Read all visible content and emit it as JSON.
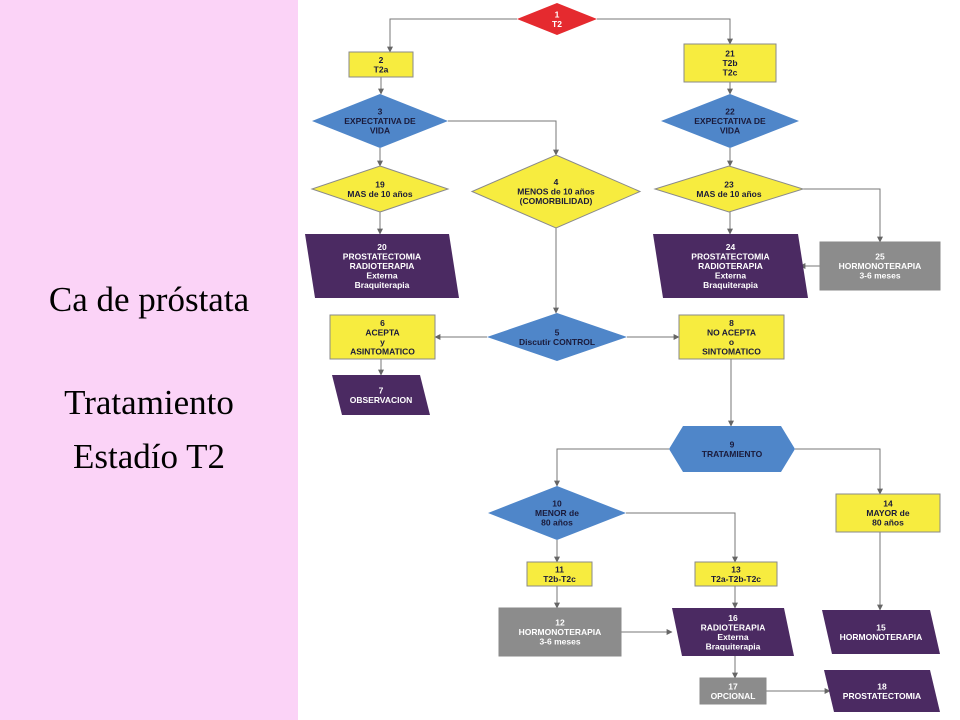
{
  "sidebar": {
    "title": "Ca de próstata",
    "subtitle_line1": "Tratamiento",
    "subtitle_line2": "Estadío T2",
    "background": "#fbd3f7"
  },
  "colors": {
    "red": "#e52a2f",
    "yellow": "#f7ec3f",
    "blue": "#4f86c9",
    "purple": "#4b2a62",
    "gray": "#8c8c8c"
  },
  "nodes": {
    "n1": [
      "1",
      "T2"
    ],
    "n2": [
      "2",
      "T2a"
    ],
    "n21": [
      "21",
      "T2b",
      "T2c"
    ],
    "n3": [
      "3",
      "EXPECTATIVA DE",
      "VIDA"
    ],
    "n22": [
      "22",
      "EXPECTATIVA DE",
      "VIDA"
    ],
    "n19": [
      "19",
      "MAS de 10 años"
    ],
    "n4": [
      "4",
      "MENOS de 10 años",
      "(COMORBILIDAD)"
    ],
    "n23": [
      "23",
      "MAS de 10 años"
    ],
    "n20": [
      "20",
      "PROSTATECTOMIA",
      "RADIOTERAPIA",
      "Externa",
      "Braquiterapia"
    ],
    "n24": [
      "24",
      "PROSTATECTOMIA",
      "RADIOTERAPIA",
      "Externa",
      "Braquiterapia"
    ],
    "n25": [
      "25",
      "HORMONOTERAPIA",
      "3-6 meses"
    ],
    "n6": [
      "6",
      "ACEPTA",
      "y",
      "ASINTOMATICO"
    ],
    "n5": [
      "5",
      "Discutir CONTROL"
    ],
    "n8": [
      "8",
      "NO ACEPTA",
      "o",
      "SINTOMATICO"
    ],
    "n7": [
      "7",
      "OBSERVACION"
    ],
    "n9": [
      "9",
      "TRATAMIENTO"
    ],
    "n10": [
      "10",
      "MENOR de",
      "80 años"
    ],
    "n14": [
      "14",
      "MAYOR de",
      "80 años"
    ],
    "n11": [
      "11",
      "T2b-T2c"
    ],
    "n13": [
      "13",
      "T2a-T2b-T2c"
    ],
    "n12": [
      "12",
      "HORMONOTERAPIA",
      "3-6 meses"
    ],
    "n16": [
      "16",
      "RADIOTERAPIA",
      "Externa",
      "Braquiterapia"
    ],
    "n15": [
      "15",
      "HORMONOTERAPIA"
    ],
    "n17": [
      "17",
      "OPCIONAL"
    ],
    "n18": [
      "18",
      "PROSTATECTOMIA"
    ]
  }
}
